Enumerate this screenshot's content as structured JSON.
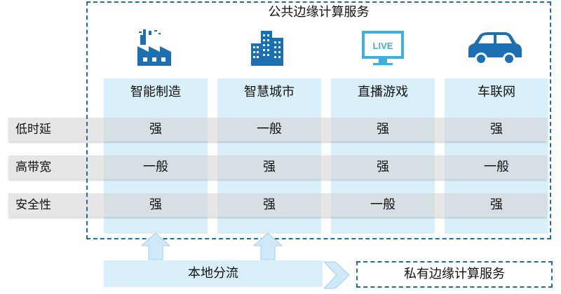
{
  "public_service": {
    "title": "公共边缘计算服务"
  },
  "columns": [
    {
      "label": "智能制造",
      "icon": "factory-icon"
    },
    {
      "label": "智慧城市",
      "icon": "city-buildings-icon"
    },
    {
      "label": "直播游戏",
      "icon": "live-monitor-icon",
      "icon_text": "LIVE"
    },
    {
      "label": "车联网",
      "icon": "car-icon"
    }
  ],
  "rows": [
    {
      "label": "低时延",
      "values": [
        "强",
        "一般",
        "强",
        "强"
      ]
    },
    {
      "label": "高带宽",
      "values": [
        "一般",
        "强",
        "强",
        "一般"
      ]
    },
    {
      "label": "安全性",
      "values": [
        "强",
        "强",
        "一般",
        "强"
      ]
    }
  ],
  "bottom": {
    "local_flow": "本地分流",
    "private_service": "私有边缘计算服务"
  },
  "colors": {
    "frame": "#1f6f9c",
    "column_fill": "#d9f0fb",
    "icon_blue": "#1c6fb0",
    "arrow_fill": "#cfe9f8"
  }
}
